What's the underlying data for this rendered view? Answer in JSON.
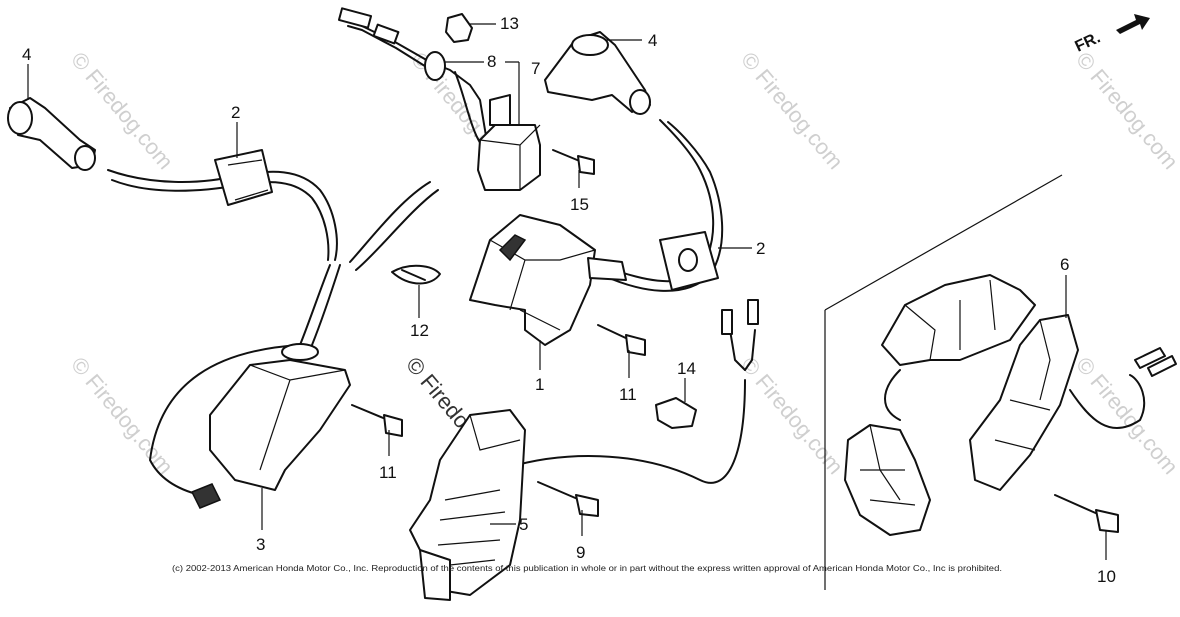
{
  "diagram": {
    "labels": {
      "p1": "1",
      "p2a": "2",
      "p2b": "2",
      "p3": "3",
      "p4a": "4",
      "p4b": "4",
      "p5": "5",
      "p6": "6",
      "p7": "7",
      "p8": "8",
      "p9": "9",
      "p10": "10",
      "p11a": "11",
      "p11b": "11",
      "p12": "12",
      "p13": "13",
      "p14": "14",
      "p15": "15"
    },
    "front_marker": "FR.",
    "watermark": "© Firedog.com",
    "copyright": "(c) 2002-2013 American Honda Motor Co., Inc. Reproduction of the contents of this publication in whole or in part without the express written approval of American Honda Motor Co., Inc is prohibited."
  }
}
